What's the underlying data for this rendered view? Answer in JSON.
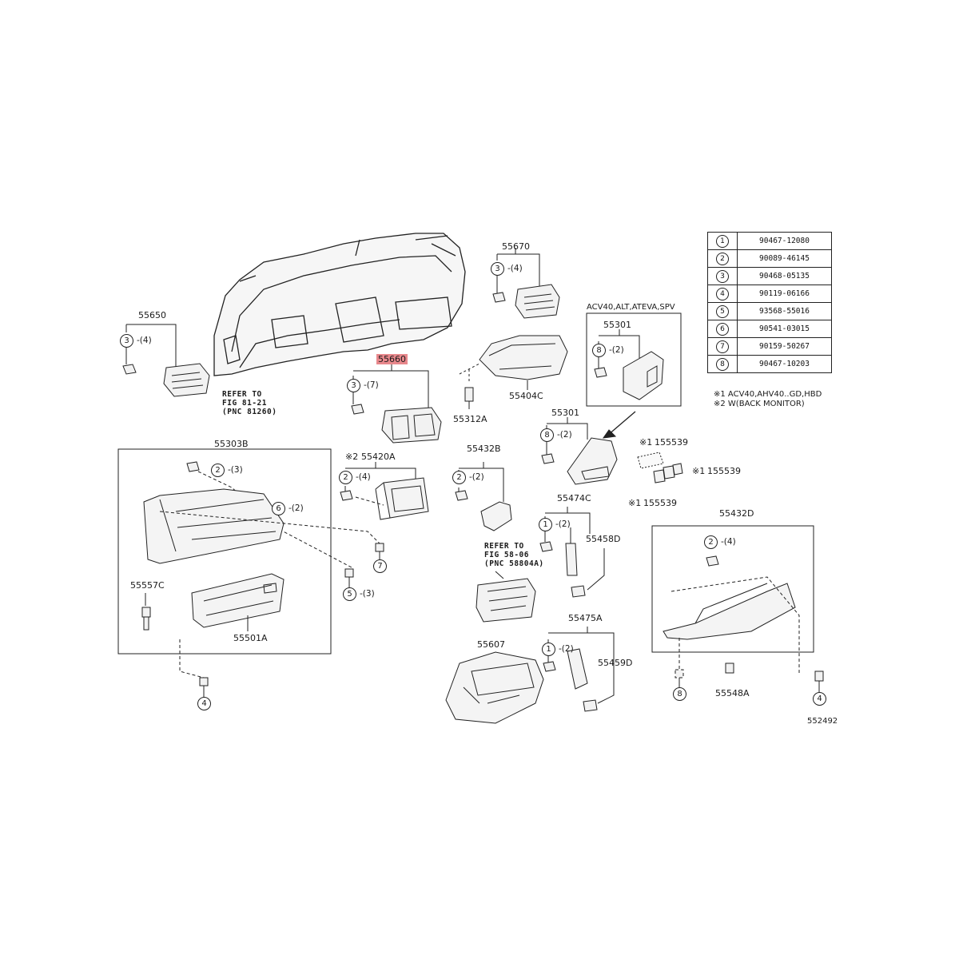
{
  "parts": {
    "p55650": "55650",
    "p55660": "55660",
    "p55670": "55670",
    "p55301_top": "55301",
    "p55404C": "55404C",
    "p55312A": "55312A",
    "p55301": "55301",
    "p55303B": "55303B",
    "p55420A": "55420A",
    "p55432B": "55432B",
    "p55474C": "55474C",
    "p55458D": "55458D",
    "p55539_a": "155539",
    "p55539_b": "155539",
    "p55539_c": "155539",
    "p55432D": "55432D",
    "p55557C": "55557C",
    "p55501A": "55501A",
    "p55607": "55607",
    "p55475A": "55475A",
    "p55459D": "55459D",
    "p55548A": "55548A"
  },
  "notes": {
    "refer1": "REFER TO\nFIG 81-21\n(PNC 81260)",
    "refer2": "REFER TO\nFIG 58-06\n(PNC 58804A)",
    "variant": "ACV40,ALT,ATEVA,SPV",
    "mark2_prefix": "※2",
    "mark1_prefix": "※1",
    "footnote1": "※1 ACV40,AHV40..GD,HBD",
    "footnote2": "※2 W(BACK MONITOR)",
    "figure_id": "552492"
  },
  "callouts": [
    {
      "num": "3",
      "qty": "-(4)"
    },
    {
      "num": "3",
      "qty": "-(7)"
    },
    {
      "num": "3",
      "qty": "-(4)"
    },
    {
      "num": "8",
      "qty": "-(2)"
    },
    {
      "num": "8",
      "qty": "-(2)"
    },
    {
      "num": "2",
      "qty": "-(3)"
    },
    {
      "num": "6",
      "qty": "-(2)"
    },
    {
      "num": "7",
      "qty": ""
    },
    {
      "num": "5",
      "qty": "-(3)"
    },
    {
      "num": "4",
      "qty": ""
    },
    {
      "num": "2",
      "qty": "-(4)"
    },
    {
      "num": "2",
      "qty": "-(2)"
    },
    {
      "num": "1",
      "qty": "-(2)"
    },
    {
      "num": "1",
      "qty": "-(2)"
    },
    {
      "num": "2",
      "qty": "-(4)"
    },
    {
      "num": "8",
      "qty": ""
    },
    {
      "num": "4",
      "qty": ""
    }
  ],
  "ref_table": [
    {
      "num": "1",
      "part": "90467-12080"
    },
    {
      "num": "2",
      "part": "90089-46145"
    },
    {
      "num": "3",
      "part": "90468-05135"
    },
    {
      "num": "4",
      "part": "90119-06166"
    },
    {
      "num": "5",
      "part": "93568-55016"
    },
    {
      "num": "6",
      "part": "90541-03015"
    },
    {
      "num": "7",
      "part": "90159-50267"
    },
    {
      "num": "8",
      "part": "90467-10203"
    }
  ],
  "colors": {
    "line": "#222222",
    "highlight": "#e8888c",
    "part_fill": "#f2f2f2"
  }
}
